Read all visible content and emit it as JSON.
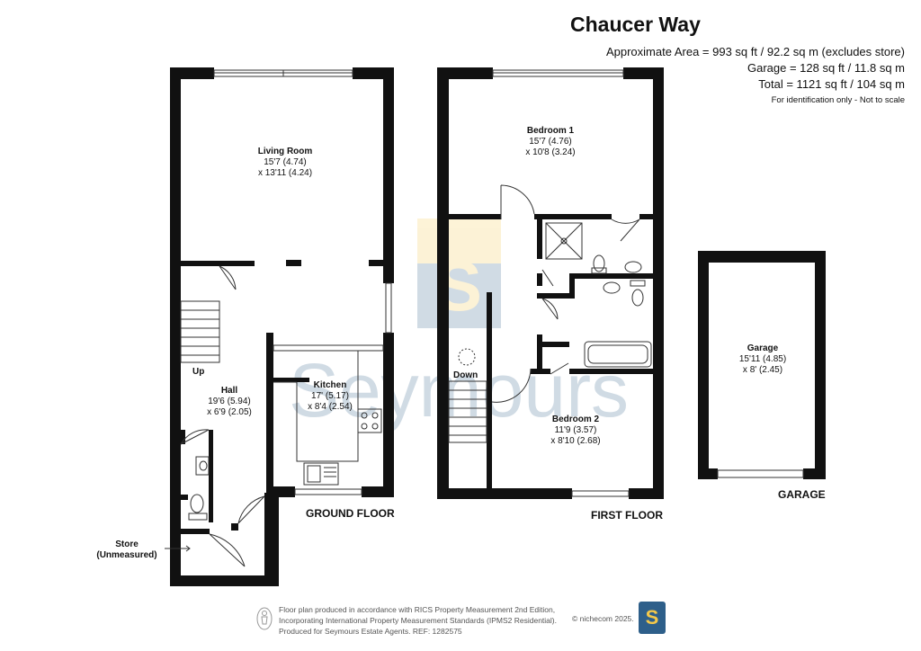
{
  "header": {
    "title": "Chaucer Way",
    "area_line": "Approximate Area = 993 sq ft / 92.2 sq m (excludes store)",
    "garage_line": "Garage = 128 sq ft / 11.8 sq m",
    "total_line": "Total = 1121 sq ft / 104 sq m",
    "note": "For identification only - Not to scale"
  },
  "rooms": {
    "living": {
      "name": "Living Room",
      "dim1": "15'7 (4.74)",
      "dim2": "x 13'11 (4.24)"
    },
    "hall": {
      "name": "Hall",
      "dim1": "19'6 (5.94)",
      "dim2": "x 6'9 (2.05)"
    },
    "kitchen": {
      "name": "Kitchen",
      "dim1": "17' (5.17)",
      "dim2": "x 8'4 (2.54)"
    },
    "bedroom1": {
      "name": "Bedroom 1",
      "dim1": "15'7 (4.76)",
      "dim2": "x 10'8 (3.24)"
    },
    "bedroom2": {
      "name": "Bedroom 2",
      "dim1": "11'9 (3.57)",
      "dim2": "x 8'10 (2.68)"
    },
    "garage": {
      "name": "Garage",
      "dim1": "15'11 (4.85)",
      "dim2": "x 8' (2.45)"
    }
  },
  "labels": {
    "up": "Up",
    "down": "Down",
    "store_line1": "Store",
    "store_line2": "(Unmeasured)",
    "ground_floor": "GROUND FLOOR",
    "first_floor": "FIRST FLOOR",
    "garage_floor": "GARAGE"
  },
  "footer": {
    "line1": "Floor plan produced in accordance with RICS Property Measurement 2nd Edition,",
    "line2": "Incorporating International Property Measurement Standards (IPMS2 Residential).",
    "line3": "Produced for Seymours Estate Agents.   REF: 1282575",
    "copyright": "© nichecom 2025.",
    "logo_letter": "S"
  },
  "watermark": {
    "text": "Seymours",
    "letter": "S"
  },
  "colors": {
    "wall": "#111111",
    "watermark_blue": "#2e5f8a",
    "watermark_yellow": "#f4c84a"
  }
}
